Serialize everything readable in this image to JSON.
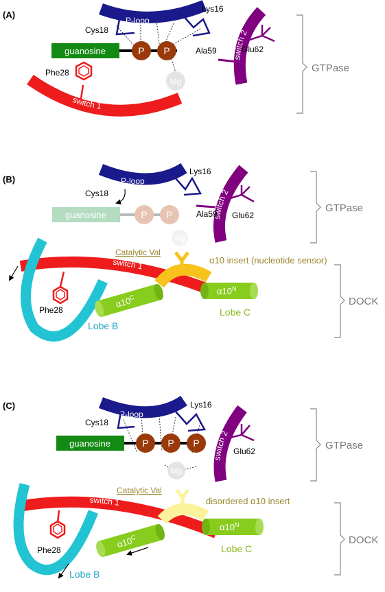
{
  "colors": {
    "ploop": "#1a1a8c",
    "switch1": "#ee1c1c",
    "switch2": "#800080",
    "guanosine": "#138a13",
    "guanosine_faded": "#b3dcc0",
    "phosphate": "#9a3a0a",
    "phosphate_faded": "#e7c3b4",
    "mg": "#e4e4e4",
    "lobeB": "#22c4d4",
    "lobeC": "#88cc1e",
    "insert": "#f7c21b",
    "insert_faded": "#fbf29c",
    "val_label": "#9b8730",
    "grey_text": "#777777"
  },
  "panelA": {
    "label": "(A)",
    "guanosine": "guanosine",
    "phosphates": [
      "P",
      "P"
    ],
    "mg": "Mg",
    "ploop": "P-loop",
    "switch1": "switch 1",
    "switch2": "switch 2",
    "lys": "Lys16",
    "cys": "Cys18",
    "phe": "Phe28",
    "ala": "Ala59",
    "glu": "Glu62",
    "bracket": "GTPase"
  },
  "panelB": {
    "label": "(B)",
    "guanosine": "guanosine",
    "phosphates": [
      "P",
      "P"
    ],
    "mg": "Mg",
    "ploop": "P-loop",
    "switch1": "switch 1",
    "switch2": "switch 2",
    "lys": "Lys16",
    "cys": "Cys18",
    "phe": "Phe28",
    "ala": "Ala59",
    "glu": "Glu62",
    "catalytic": "Catalytic Val",
    "insert_label": "α10 insert (nucleotide sensor)",
    "a10c_base": "α10",
    "a10c_sup": "C",
    "a10n_base": "α10",
    "a10n_sup": "N",
    "lobeB": "Lobe B",
    "lobeC": "Lobe C",
    "bracket1": "GTPase",
    "bracket2": "DOCK"
  },
  "panelC": {
    "label": "(C)",
    "guanosine": "guanosine",
    "phosphates": [
      "P",
      "P",
      "P"
    ],
    "mg": "Mg",
    "ploop": "P-loop",
    "switch1": "switch 1",
    "switch2": "switch 2",
    "lys": "Lys16",
    "cys": "Cys18",
    "phe": "Phe28",
    "glu": "Glu62",
    "catalytic": "Catalytic Val",
    "insert_label": "disordered  α10 insert",
    "a10c_base": "α10",
    "a10c_sup": "C",
    "a10n_base": "α10",
    "a10n_sup": "N",
    "lobeB": "Lobe B",
    "lobeC": "Lobe C",
    "bracket1": "GTPase",
    "bracket2": "DOCK"
  }
}
